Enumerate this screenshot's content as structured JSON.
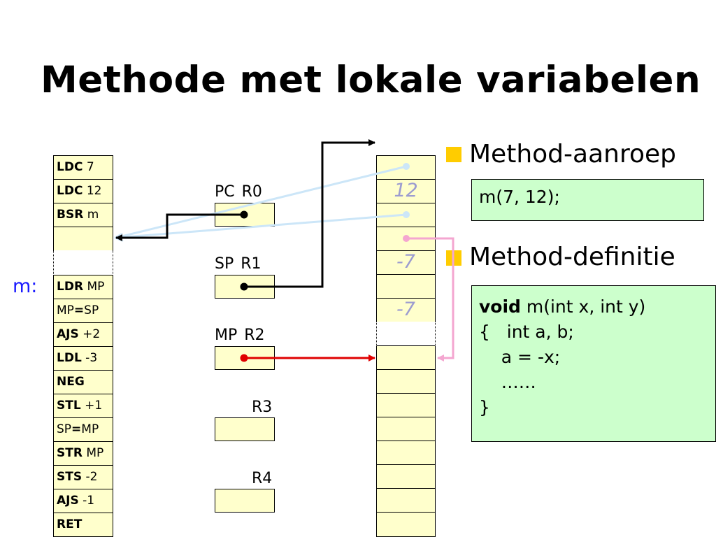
{
  "title": "Methode met lokale variabelen",
  "method_label": "m:",
  "program": [
    {
      "op": "LDC",
      "arg": " 7"
    },
    {
      "op": "LDC",
      "arg": " 12"
    },
    {
      "op": "BSR",
      "arg": " m"
    },
    {
      "op": "",
      "arg": ""
    },
    {
      "op": "LDR",
      "arg": " MP"
    },
    {
      "pre": "MP",
      "eq": "=",
      "post": "SP"
    },
    {
      "op": "AJS",
      "arg": " +2"
    },
    {
      "op": "LDL",
      "arg": " -3"
    },
    {
      "op": "NEG",
      "arg": ""
    },
    {
      "op": "STL",
      "arg": " +1"
    },
    {
      "pre": "SP",
      "eq": "=",
      "post": "MP"
    },
    {
      "op": "STR",
      "arg": " MP"
    },
    {
      "op": "STS",
      "arg": " -2"
    },
    {
      "op": "AJS",
      "arg": " -1"
    },
    {
      "op": "RET",
      "arg": ""
    }
  ],
  "registers": [
    {
      "alias": "PC",
      "name": "R0"
    },
    {
      "alias": "SP",
      "name": "R1"
    },
    {
      "alias": "MP",
      "name": "R2"
    },
    {
      "alias": "",
      "name": "R3"
    },
    {
      "alias": "",
      "name": "R4"
    }
  ],
  "stack": [
    "",
    "12",
    "",
    "",
    "-7",
    "",
    "-7",
    "",
    "",
    "",
    "",
    "",
    "",
    "",
    "",
    ""
  ],
  "bullets": [
    {
      "text": "Method-aanroep",
      "code": "m(7, 12);"
    },
    {
      "text": "Method-definitie"
    }
  ],
  "definition": {
    "line1_kw": "void",
    "line1_rest": " m(int x, int y)",
    "line2": "{   int a, b;",
    "line3": "    a = -x;",
    "line4": "    ……",
    "line5": "}"
  },
  "colors": {
    "cell_fill": "#ffffcc",
    "code_fill": "#ccffcc",
    "bullet": "#ffcc00",
    "label_blue": "#1a1aff",
    "arrow_red": "#e00000",
    "arrow_pink": "#f4a6d0",
    "arrow_lightblue": "#cce6f8",
    "stack_value": "#9c9cd0"
  }
}
